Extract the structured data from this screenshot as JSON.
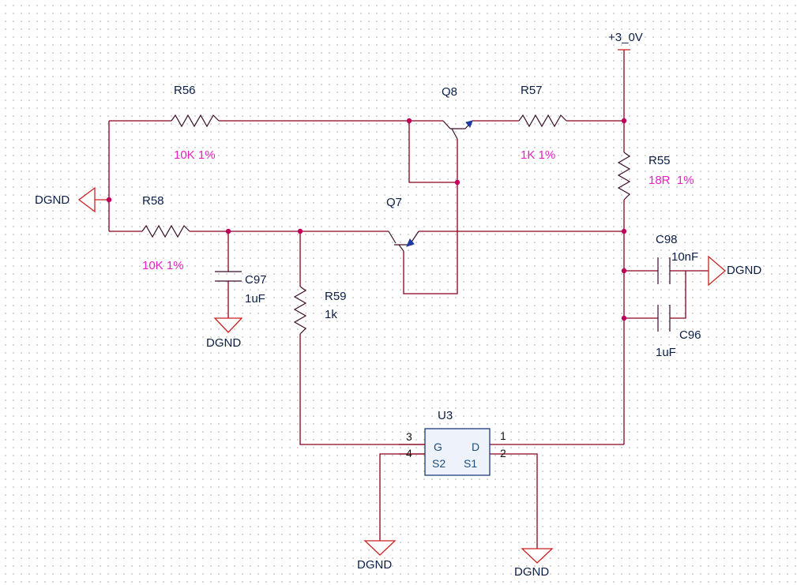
{
  "power": {
    "supply_label": "+3_0V"
  },
  "grounds": {
    "label": "DGND"
  },
  "components": {
    "R56": {
      "ref": "R56",
      "value": "10K 1%"
    },
    "R57": {
      "ref": "R57",
      "value": "1K 1%"
    },
    "R58": {
      "ref": "R58",
      "value": "10K 1%"
    },
    "R55": {
      "ref": "R55",
      "value": "18R  1%"
    },
    "R59": {
      "ref": "R59",
      "value": "1k"
    },
    "C97": {
      "ref": "C97",
      "value": "1uF"
    },
    "C98": {
      "ref": "C98",
      "value": "10nF"
    },
    "C96": {
      "ref": "C96",
      "value": "1uF"
    },
    "Q7": {
      "ref": "Q7"
    },
    "Q8": {
      "ref": "Q8"
    },
    "U3": {
      "ref": "U3",
      "pin_labels": {
        "g": "G",
        "d": "D",
        "s2": "S2",
        "s1": "S1"
      },
      "pin_numbers": {
        "p1": "1",
        "p2": "2",
        "p3": "3",
        "p4": "4"
      }
    }
  },
  "colors": {
    "wire": "#8a0020",
    "ground": "#cc2222",
    "junction": "#c2005c",
    "value_text": "#e91fc1",
    "ref_text": "#0b1e44"
  }
}
